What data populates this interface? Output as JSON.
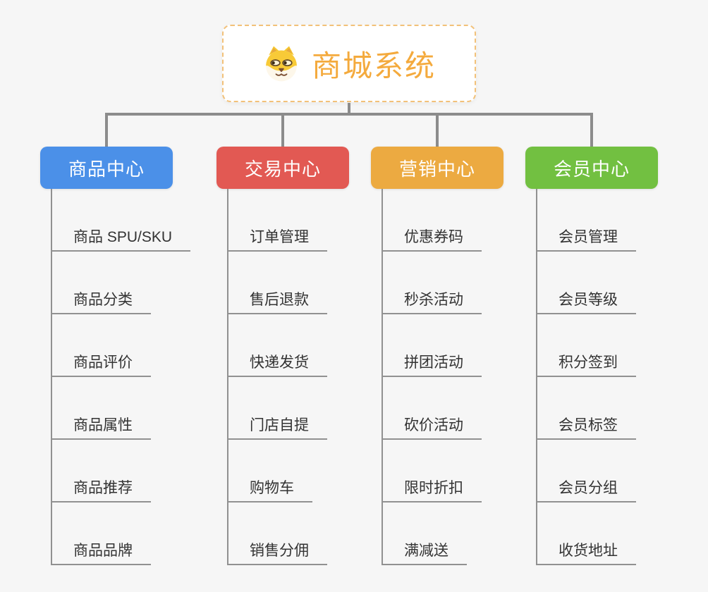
{
  "root": {
    "title": "商城系统",
    "icon": "dog-face-icon"
  },
  "branches": [
    {
      "label": "商品中心",
      "color": "#4b90e8",
      "children": [
        "商品 SPU/SKU",
        "商品分类",
        "商品评价",
        "商品属性",
        "商品推荐",
        "商品品牌"
      ]
    },
    {
      "label": "交易中心",
      "color": "#e25953",
      "children": [
        "订单管理",
        "售后退款",
        "快递发货",
        "门店自提",
        "购物车",
        "销售分佣"
      ]
    },
    {
      "label": "营销中心",
      "color": "#ecaa41",
      "children": [
        "优惠券码",
        "秒杀活动",
        "拼团活动",
        "砍价活动",
        "限时折扣",
        "满减送"
      ]
    },
    {
      "label": "会员中心",
      "color": "#72c041",
      "children": [
        "会员管理",
        "会员等级",
        "积分签到",
        "会员标签",
        "会员分组",
        "收货地址"
      ]
    }
  ],
  "colors": {
    "background": "#f6f6f6",
    "connector": "#8c8c8c",
    "leaf_line": "#919191",
    "leaf_text": "#333333",
    "root_text": "#f4aa3d",
    "root_border": "#f2c179"
  }
}
